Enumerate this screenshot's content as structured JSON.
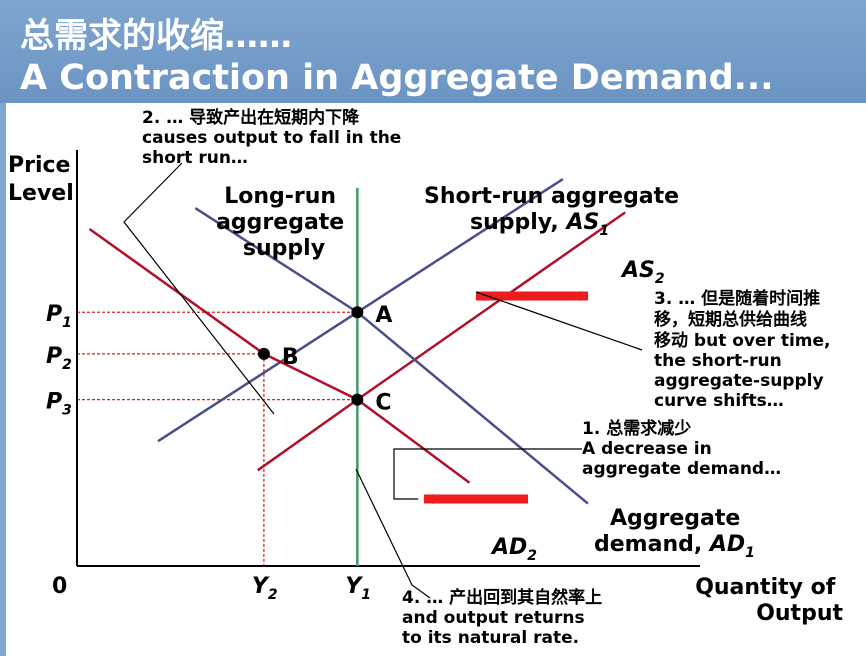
{
  "title": {
    "zh": "总需求的收缩……",
    "en": "A Contraction in Aggregate Demand..."
  },
  "colors": {
    "header_bg": "#6b94c3",
    "curve_red": "#b0102a",
    "curve_blue": "#4a4f8c",
    "lras_green": "#3f9a63",
    "arrow_red": "#ee1c1c",
    "guide_red": "#e02020"
  },
  "chart_data": {
    "type": "line",
    "ylabel_lines": [
      "Price",
      "Level"
    ],
    "xlabel_lines": [
      "Quantity of",
      "Output"
    ],
    "origin_label": "0",
    "curves": {
      "lras": {
        "label_lines": [
          "Long-run",
          "aggregate",
          "supply"
        ],
        "x": 0.45
      },
      "as1": {
        "label_lines": [
          "Short-run aggregate",
          "supply, "
        ],
        "label_symbol": "AS",
        "label_sub": "1",
        "points": [
          [
            0.13,
            0.3
          ],
          [
            0.45,
            0.61
          ],
          [
            0.78,
            0.93
          ]
        ]
      },
      "as2": {
        "label_symbol": "AS",
        "label_sub": "2",
        "points": [
          [
            0.29,
            0.23
          ],
          [
            0.45,
            0.4
          ],
          [
            0.88,
            0.85
          ]
        ]
      },
      "ad1": {
        "label_lines": [
          "Aggregate",
          "demand, "
        ],
        "label_symbol": "AD",
        "label_sub": "1",
        "points": [
          [
            0.19,
            0.86
          ],
          [
            0.45,
            0.61
          ],
          [
            0.82,
            0.15
          ]
        ]
      },
      "ad2": {
        "label_symbol": "AD",
        "label_sub": "2",
        "points": [
          [
            0.02,
            0.81
          ],
          [
            0.3,
            0.51
          ],
          [
            0.45,
            0.4
          ],
          [
            0.63,
            0.2
          ]
        ]
      }
    },
    "points": [
      {
        "label": "A",
        "x": 0.45,
        "y": 0.61
      },
      {
        "label": "B",
        "x": 0.3,
        "y": 0.51
      },
      {
        "label": "C",
        "x": 0.45,
        "y": 0.4
      }
    ],
    "price_ticks": [
      {
        "symbol": "P",
        "sub": "1",
        "y": 0.61
      },
      {
        "symbol": "P",
        "sub": "2",
        "y": 0.51
      },
      {
        "symbol": "P",
        "sub": "3",
        "y": 0.4
      }
    ],
    "quantity_ticks": [
      {
        "symbol": "Y",
        "sub": "2",
        "x": 0.3
      },
      {
        "symbol": "Y",
        "sub": "1",
        "x": 0.45
      }
    ],
    "annotations": [
      {
        "id": "ann1",
        "lines": [
          "1.  总需求减少",
          "A decrease in",
          "aggregate demand…"
        ]
      },
      {
        "id": "ann2",
        "lines": [
          "2. … 导致产出在短期内下降",
          "causes output to fall in the",
          "short run…"
        ]
      },
      {
        "id": "ann3",
        "lines": [
          "3. … 但是随着时间推",
          "移，短期总供给曲线",
          "移动  but over time,",
          "the short-run",
          "aggregate-supply",
          "curve shifts…"
        ]
      },
      {
        "id": "ann4",
        "lines": [
          "4. … 产出回到其自然率上",
          "and output returns",
          "to its natural rate."
        ]
      }
    ]
  }
}
